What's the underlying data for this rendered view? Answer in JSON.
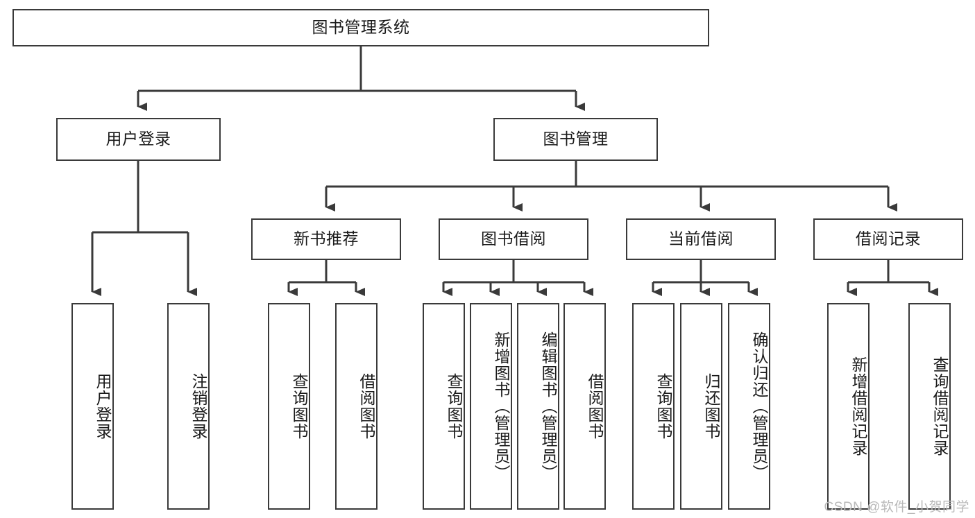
{
  "diagram": {
    "title": "图书管理系统",
    "type": "tree-hierarchy",
    "watermark": "CSDN @软件_小贺同学",
    "colors": {
      "node_border": "#3a3a3a",
      "node_fill": "#ffffff",
      "edge": "#3a3a3a",
      "text": "#1a1a1a",
      "watermark": "#b9b9b9",
      "background": "#ffffff"
    },
    "root": {
      "label": "图书管理系统"
    },
    "level2": [
      {
        "label": "用户登录"
      },
      {
        "label": "图书管理"
      }
    ],
    "level3": [
      {
        "label": "新书推荐"
      },
      {
        "label": "图书借阅"
      },
      {
        "label": "当前借阅"
      },
      {
        "label": "借阅记录"
      }
    ],
    "leaves": {
      "user_login": [
        {
          "label": "用户登录"
        },
        {
          "label": "注销登录"
        }
      ],
      "new_book_recommend": [
        {
          "label": "查询图书"
        },
        {
          "label": "借阅图书"
        }
      ],
      "book_borrow": [
        {
          "label": "查询图书"
        },
        {
          "label": "新增图书（管理员）"
        },
        {
          "label": "编辑图书（管理员）"
        },
        {
          "label": "借阅图书"
        }
      ],
      "current_borrow": [
        {
          "label": "查询图书"
        },
        {
          "label": "归还图书"
        },
        {
          "label": "确认归还（管理员）"
        }
      ],
      "borrow_record": [
        {
          "label": "新增借阅记录"
        },
        {
          "label": "查询借阅记录"
        }
      ]
    }
  }
}
